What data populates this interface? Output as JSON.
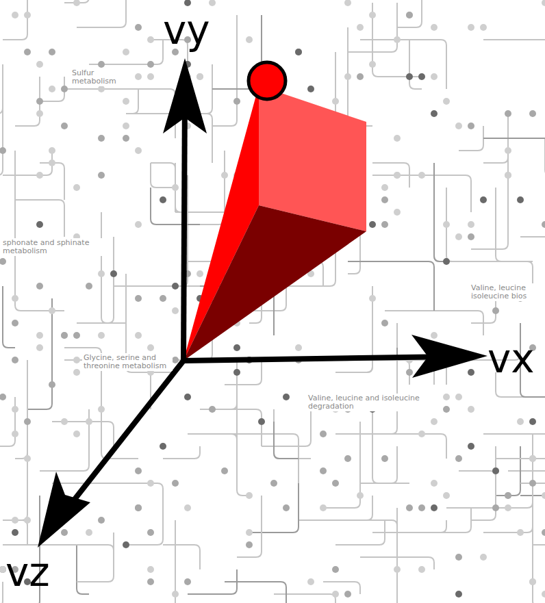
{
  "diagram": {
    "labels": [
      "vy",
      "vx",
      "vz",
      "Sulfur metabolism",
      "sphonate and sphinate metabolism",
      "Glycine, serine and threonine metabolism",
      "Valine, leucine and isoleucine degradation",
      "Valine, leucine isoleucine bios"
    ]
  }
}
